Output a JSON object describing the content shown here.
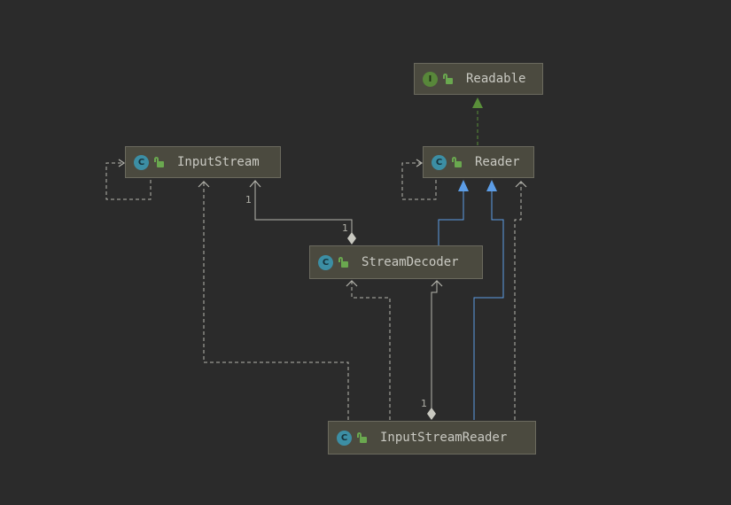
{
  "nodes": {
    "readable": {
      "name": "Readable",
      "kind": "I",
      "visibility": "public"
    },
    "input_stream": {
      "name": "InputStream",
      "kind": "C",
      "visibility": "public"
    },
    "reader": {
      "name": "Reader",
      "kind": "C",
      "visibility": "public"
    },
    "stream_decoder": {
      "name": "StreamDecoder",
      "kind": "C",
      "visibility": "public"
    },
    "input_stream_reader": {
      "name": "InputStreamReader",
      "kind": "C",
      "visibility": "public"
    }
  },
  "edges": {
    "decoder_inputstream_mult_source": "1",
    "decoder_inputstream_mult_target": "1",
    "reader_decoder_mult": "1"
  },
  "colors": {
    "background": "#2b2b2b",
    "node_fill": "#4b4a3f",
    "node_border": "#6b6a5e",
    "dependency_line": "#b4b4ac",
    "inheritance_line": "#5c9de6",
    "realization_line": "#5a8f3a",
    "class_badge": "#3c8ea4",
    "interface_badge": "#58873a",
    "public_lock": "#6aa84f"
  }
}
